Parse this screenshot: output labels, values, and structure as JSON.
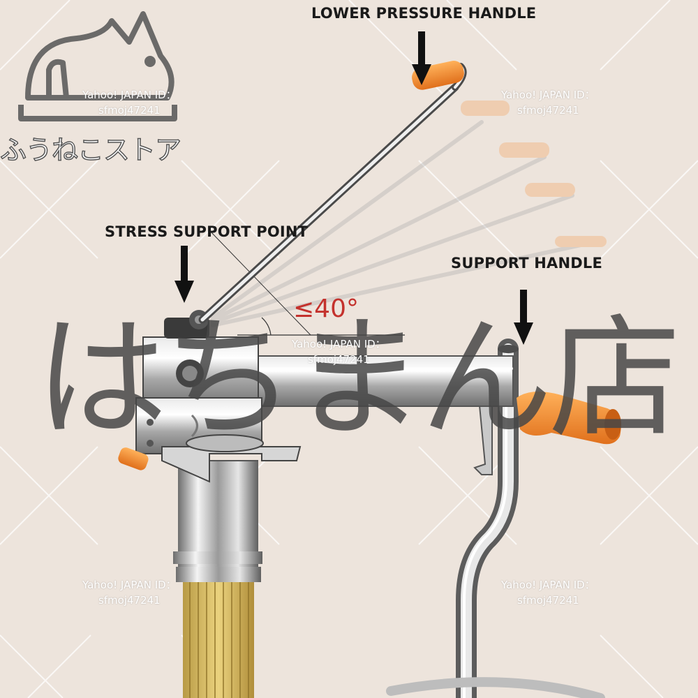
{
  "labels": {
    "lower_pressure_handle": "LOWER PRESSURE HANDLE",
    "stress_support_point": "STRESS SUPPORT POINT",
    "support_handle": "SUPPORT HANDLE",
    "angle": "≤40°"
  },
  "watermarks": {
    "store_name": "ふうねこストア",
    "big_text": "はちまん店",
    "yahoo_id_label": "Yahoo! JAPAN ID：",
    "yahoo_id_value": "sfmoj47241"
  },
  "colors": {
    "background": "#ede4dc",
    "handle_grip": "#f08a30",
    "steel": "#c8c8c8",
    "noodles": "#d9b860",
    "angle_text": "#c4322d"
  },
  "icons": {
    "arrows": "down-arrow-icon",
    "logo": "cat-logo-icon"
  }
}
